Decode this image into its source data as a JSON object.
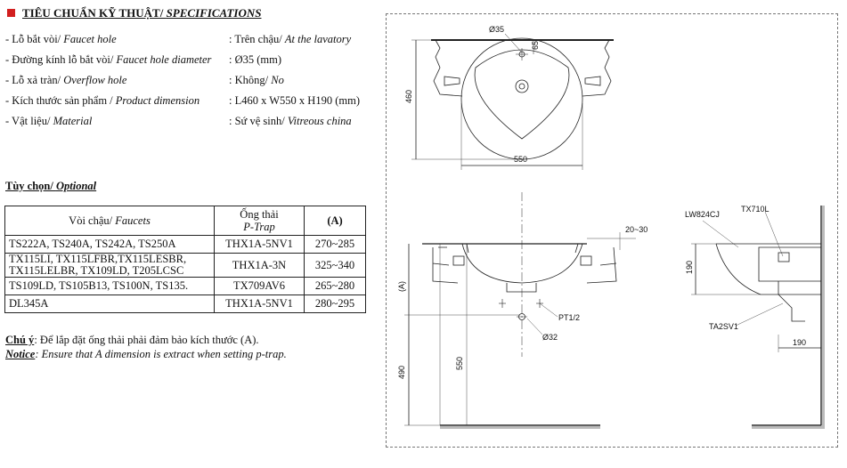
{
  "header": {
    "title_vn": "TIÊU CHUẨN KỸ THUẬT/ ",
    "title_en": "SPECIFICATIONS"
  },
  "specs": [
    {
      "label_vn": "- Lỗ bắt vòi/ ",
      "label_en": "Faucet hole",
      "value_vn": ": Trên chậu/ ",
      "value_en": "At the lavatory"
    },
    {
      "label_vn": "- Đường kính lỗ bắt vòi/ ",
      "label_en": "Faucet hole diameter",
      "value_vn": ": Ø35 (mm)",
      "value_en": ""
    },
    {
      "label_vn": "- Lỗ xả tràn/ ",
      "label_en": "Overflow hole",
      "value_vn": ": Không/ ",
      "value_en": "No"
    },
    {
      "label_vn": "- Kích thước sản phẩm / ",
      "label_en": "Product dimension",
      "value_vn": ": L460 x W550 x H190 (mm)",
      "value_en": ""
    },
    {
      "label_vn": "- Vật liệu/ ",
      "label_en": "Material",
      "value_vn": ": Sứ vệ sinh/ ",
      "value_en": "Vitreous china"
    }
  ],
  "optional": {
    "title_vn": "Tùy chọn/ ",
    "title_en": "Optional",
    "headers": {
      "faucets_vn": "Vòi chậu/ ",
      "faucets_en": "Faucets",
      "trap_vn": "Ống thải",
      "trap_en": "P-Trap",
      "dim": "(A)"
    },
    "rows": [
      {
        "faucets": "TS222A, TS240A, TS242A, TS250A",
        "trap": "THX1A-5NV1",
        "dim": "270~285"
      },
      {
        "faucets": "TX115LI, TX115LFBR,TX115LESBR,",
        "faucets2": "TX115LELBR, TX109LD, T205LCSC",
        "trap": "THX1A-3N",
        "dim": "325~340"
      },
      {
        "faucets": "TS109LD, TS105B13, TS100N, TS135.",
        "trap": "TX709AV6",
        "dim": "265~280"
      },
      {
        "faucets": "DL345A",
        "trap": "THX1A-5NV1",
        "dim": "280~295"
      }
    ]
  },
  "notes": {
    "vn_label": "Chú ý",
    "vn_text": ": Để lắp đặt ống thải phải đảm bảo kích thước (A).",
    "en_label": "Notice",
    "en_text": ": Ensure that A dimension is extract when setting p-trap."
  },
  "drawing": {
    "d35": "Ø35",
    "d65": "65",
    "d460": "460",
    "d550": "550",
    "d2030": "20~30",
    "dA": "(A)",
    "pt": "PT1/2",
    "d32": "Ø32",
    "d490": "490",
    "d550b": "550",
    "lw": "LW824CJ",
    "tx": "TX710L",
    "d190v": "190",
    "ta": "TA2SV1",
    "d190h": "190"
  }
}
